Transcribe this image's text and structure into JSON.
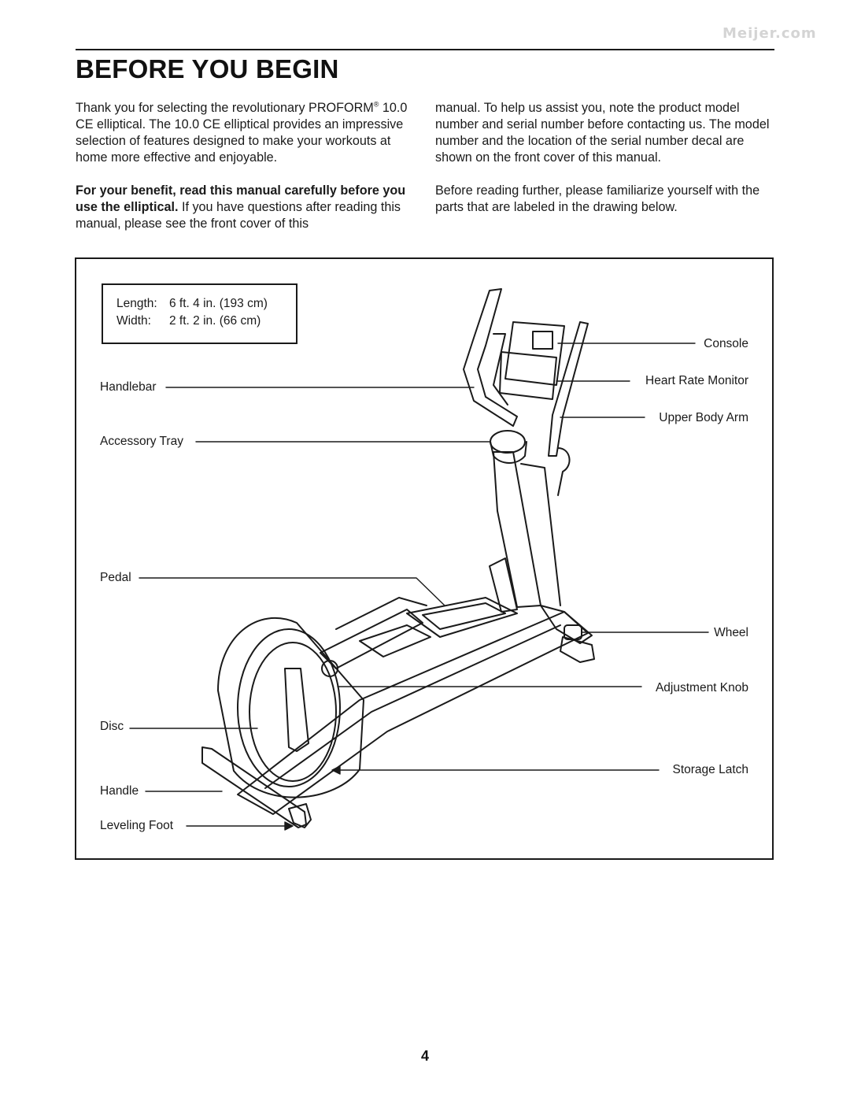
{
  "watermark": "Meijer.com",
  "title": "BEFORE YOU BEGIN",
  "intro": {
    "p1_text": "Thank you for selecting the revolutionary PROFORM",
    "p1_reg": "®",
    "p1_rest": " 10.0 CE elliptical. The 10.0 CE elliptical provides an impressive selection of features designed to make your workouts at home more effective and enjoyable.",
    "p2_bold": "For your benefit, read this manual carefully before you use the elliptical.",
    "p2_rest": " If you have questions after reading this manual, please see the front cover of this manual. To help us assist you, note the product model number and serial number before contacting us. The model number and the location of the serial number decal are shown on the front cover of this manual.",
    "p3": "Before reading further, please familiarize yourself with the parts that are labeled in the drawing below."
  },
  "dimensions": {
    "length_label": "Length:",
    "length_value": "6 ft. 4 in. (193 cm)",
    "width_label": "Width:",
    "width_value": "2 ft. 2 in. (66 cm)"
  },
  "callouts": {
    "handlebar": "Handlebar",
    "accessory_tray": "Accessory Tray",
    "pedal": "Pedal",
    "disc": "Disc",
    "handle": "Handle",
    "leveling_foot": "Leveling Foot",
    "console": "Console",
    "heart_rate_monitor": "Heart Rate Monitor",
    "upper_body_arm": "Upper Body Arm",
    "wheel": "Wheel",
    "adjustment_knob": "Adjustment Knob",
    "storage_latch": "Storage Latch"
  },
  "page_number": "4"
}
